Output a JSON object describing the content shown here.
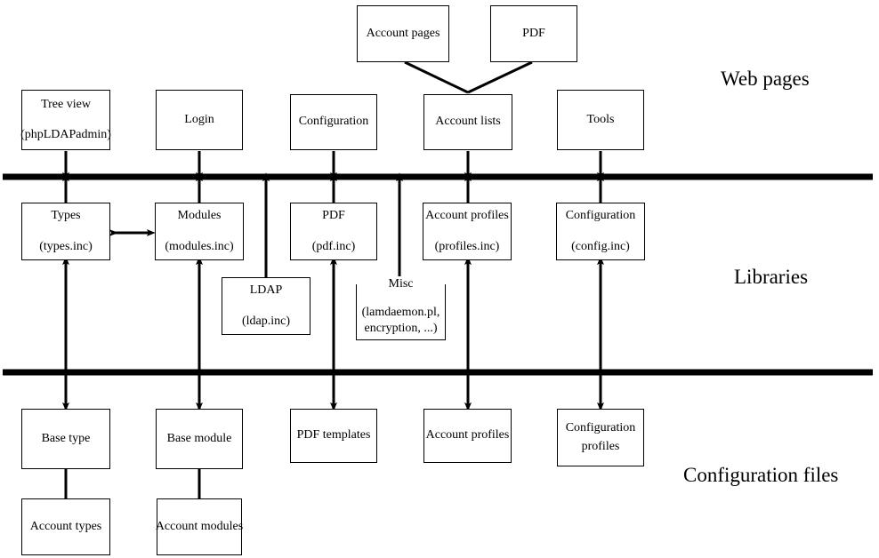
{
  "diagram": {
    "title": "LDAP Account Manager architecture",
    "background": "#ffffff",
    "line_color": "#000000",
    "text_color": "#000000"
  },
  "section_labels": [
    {
      "id": "web-pages",
      "text": "Web pages"
    },
    {
      "id": "libraries",
      "text": "Libraries"
    },
    {
      "id": "configuration-files",
      "text": "Configuration files"
    }
  ],
  "layers": {
    "top_pages": [
      {
        "id": "account-pages",
        "line1": "Account pages",
        "line2": ""
      },
      {
        "id": "pdf-page",
        "line1": "PDF",
        "line2": ""
      }
    ],
    "web_pages": [
      {
        "id": "tree-view",
        "line1": "Tree view",
        "line2": "(phpLDAPadmin)"
      },
      {
        "id": "login",
        "line1": "Login",
        "line2": ""
      },
      {
        "id": "configuration-page",
        "line1": "Configuration",
        "line2": ""
      },
      {
        "id": "account-lists",
        "line1": "Account lists",
        "line2": ""
      },
      {
        "id": "tools",
        "line1": "Tools",
        "line2": ""
      }
    ],
    "libraries": [
      {
        "id": "types",
        "line1": "Types",
        "line2": "(types.inc)"
      },
      {
        "id": "modules",
        "line1": "Modules",
        "line2": "(modules.inc)"
      },
      {
        "id": "pdf-lib",
        "line1": "PDF",
        "line2": "(pdf.inc)"
      },
      {
        "id": "account-profiles-lib",
        "line1": "Account profiles",
        "line2": "(profiles.inc)"
      },
      {
        "id": "configuration-lib",
        "line1": "Configuration",
        "line2": "(config.inc)"
      }
    ],
    "libraries_lower": [
      {
        "id": "ldap",
        "line1": "LDAP",
        "line2": "(ldap.inc)"
      },
      {
        "id": "misc",
        "line1": "Misc",
        "line2": "(lamdaemon.pl, encryption, ...)"
      }
    ],
    "config_files": [
      {
        "id": "base-type",
        "line1": "Base type",
        "line2": ""
      },
      {
        "id": "base-module",
        "line1": "Base module",
        "line2": ""
      },
      {
        "id": "pdf-templates",
        "line1": "PDF templates",
        "line2": ""
      },
      {
        "id": "account-profiles-file",
        "line1": "Account profiles",
        "line2": ""
      },
      {
        "id": "configuration-profiles",
        "line1": "Configuration",
        "line2": "profiles"
      }
    ],
    "config_files_lower": [
      {
        "id": "account-types",
        "line1": "Account types",
        "line2": ""
      },
      {
        "id": "account-modules",
        "line1": "Account modules",
        "line2": ""
      }
    ]
  },
  "connectors": {
    "bidirectional_types_modules": "Types <-> Modules",
    "separator_bars": 2
  }
}
